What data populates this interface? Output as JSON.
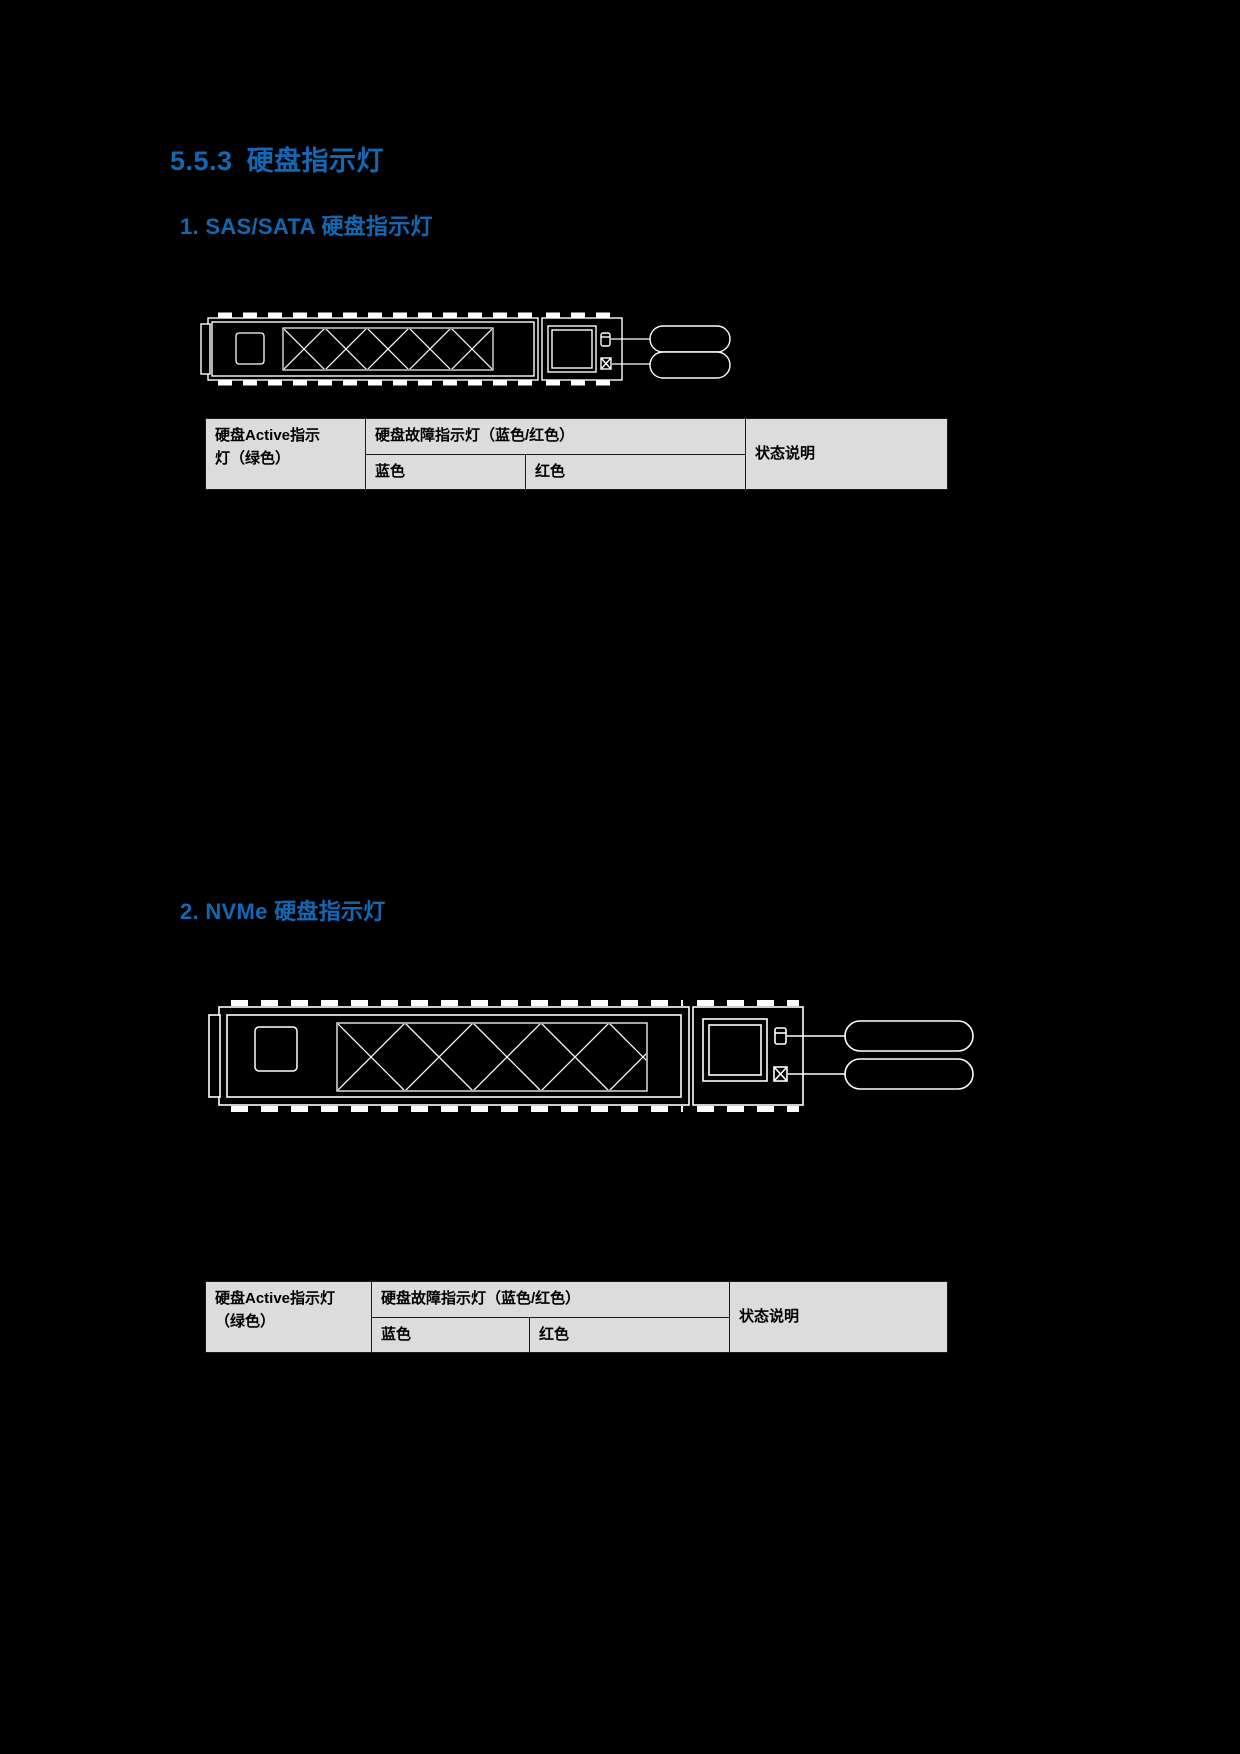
{
  "page": {
    "background_color": "#000000",
    "heading_color": "#1268b3",
    "table_header_bg": "#dcdcdc"
  },
  "section": {
    "number": "5.5.3",
    "title": "硬盘指示灯"
  },
  "subsections": [
    {
      "label": "1. SAS/SATA 硬盘指示灯",
      "figure_name": "sas-sata-drive-tray-diagram",
      "callouts": [
        {
          "name": "drive-active-led-callout",
          "text": ""
        },
        {
          "name": "drive-fault-led-callout",
          "text": ""
        }
      ],
      "table": {
        "header_row1": [
          "硬盘Active指示",
          "硬盘故障指示灯（蓝色/红色）",
          "状态说明"
        ],
        "header_col1_line2": "灯（绿色）",
        "header_row2": [
          "蓝色",
          "红色"
        ]
      }
    },
    {
      "label": "2. NVMe 硬盘指示灯",
      "figure_name": "nvme-drive-tray-diagram",
      "callouts": [
        {
          "name": "drive-active-led-callout",
          "text": ""
        },
        {
          "name": "drive-fault-led-callout",
          "text": ""
        }
      ],
      "table": {
        "header_row1": [
          "硬盘Active指示灯",
          "硬盘故障指示灯（蓝色/红色）",
          "状态说明"
        ],
        "header_col1_line2": "（绿色）",
        "header_row2": [
          "蓝色",
          "红色"
        ]
      }
    }
  ]
}
